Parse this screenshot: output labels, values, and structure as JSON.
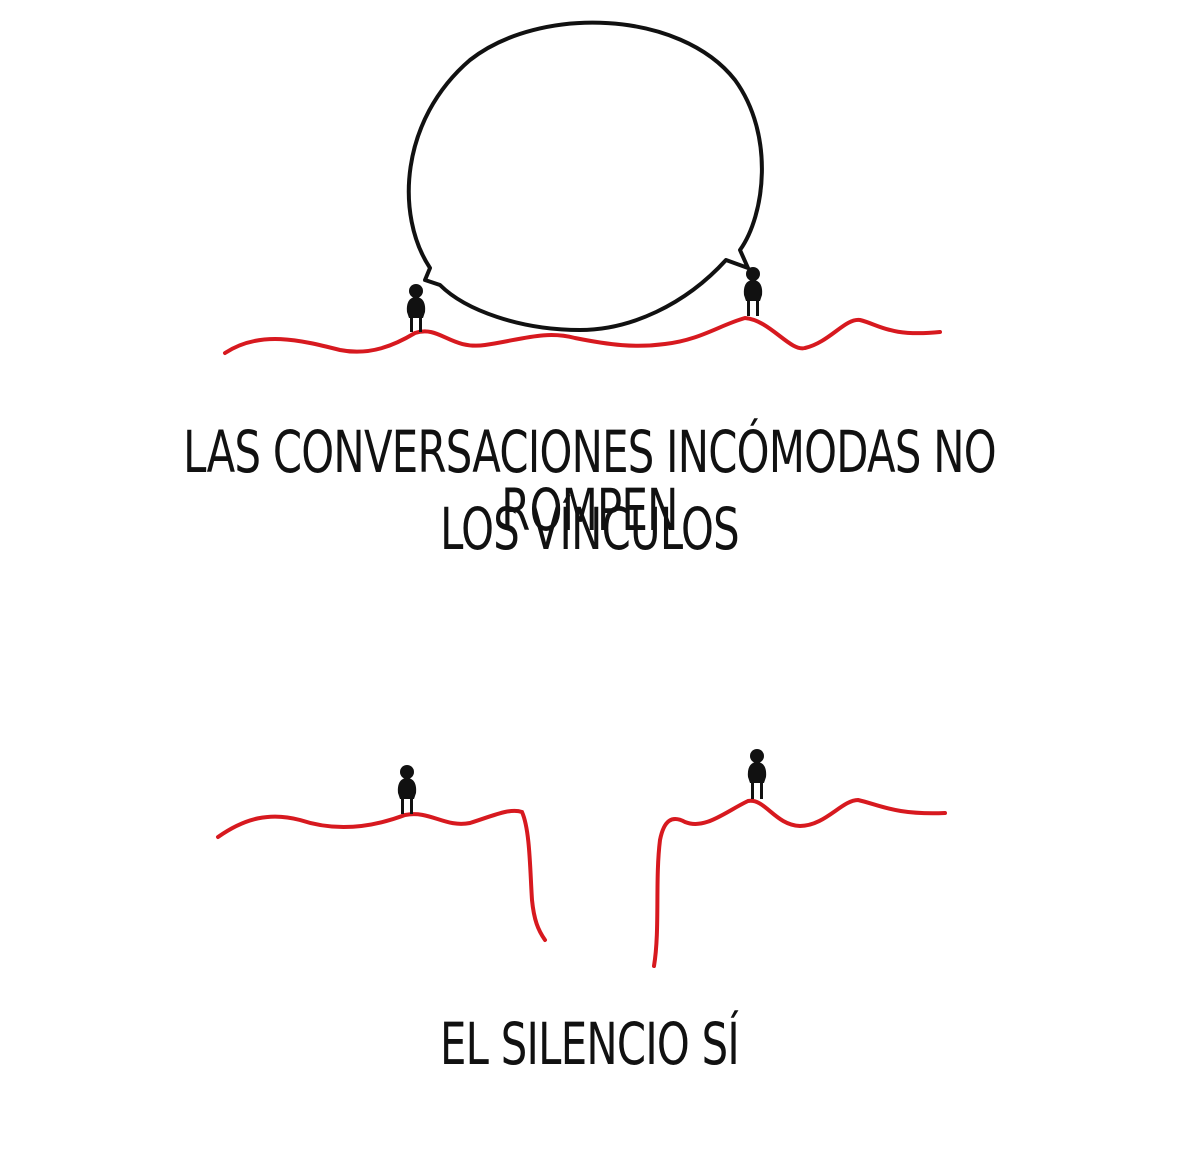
{
  "captions": {
    "top_line1": "LAS CONVERSACIONES INCÓMODAS NO ROMPEN",
    "top_line2": "LOS VÍNCULOS",
    "bottom": "EL SILENCIO SÍ"
  },
  "colors": {
    "background": "#ffffff",
    "line": "#d7191f",
    "ink": "#111111"
  },
  "icons": {
    "speech_bubble": "speech-bubble-icon",
    "person": "person-icon"
  }
}
